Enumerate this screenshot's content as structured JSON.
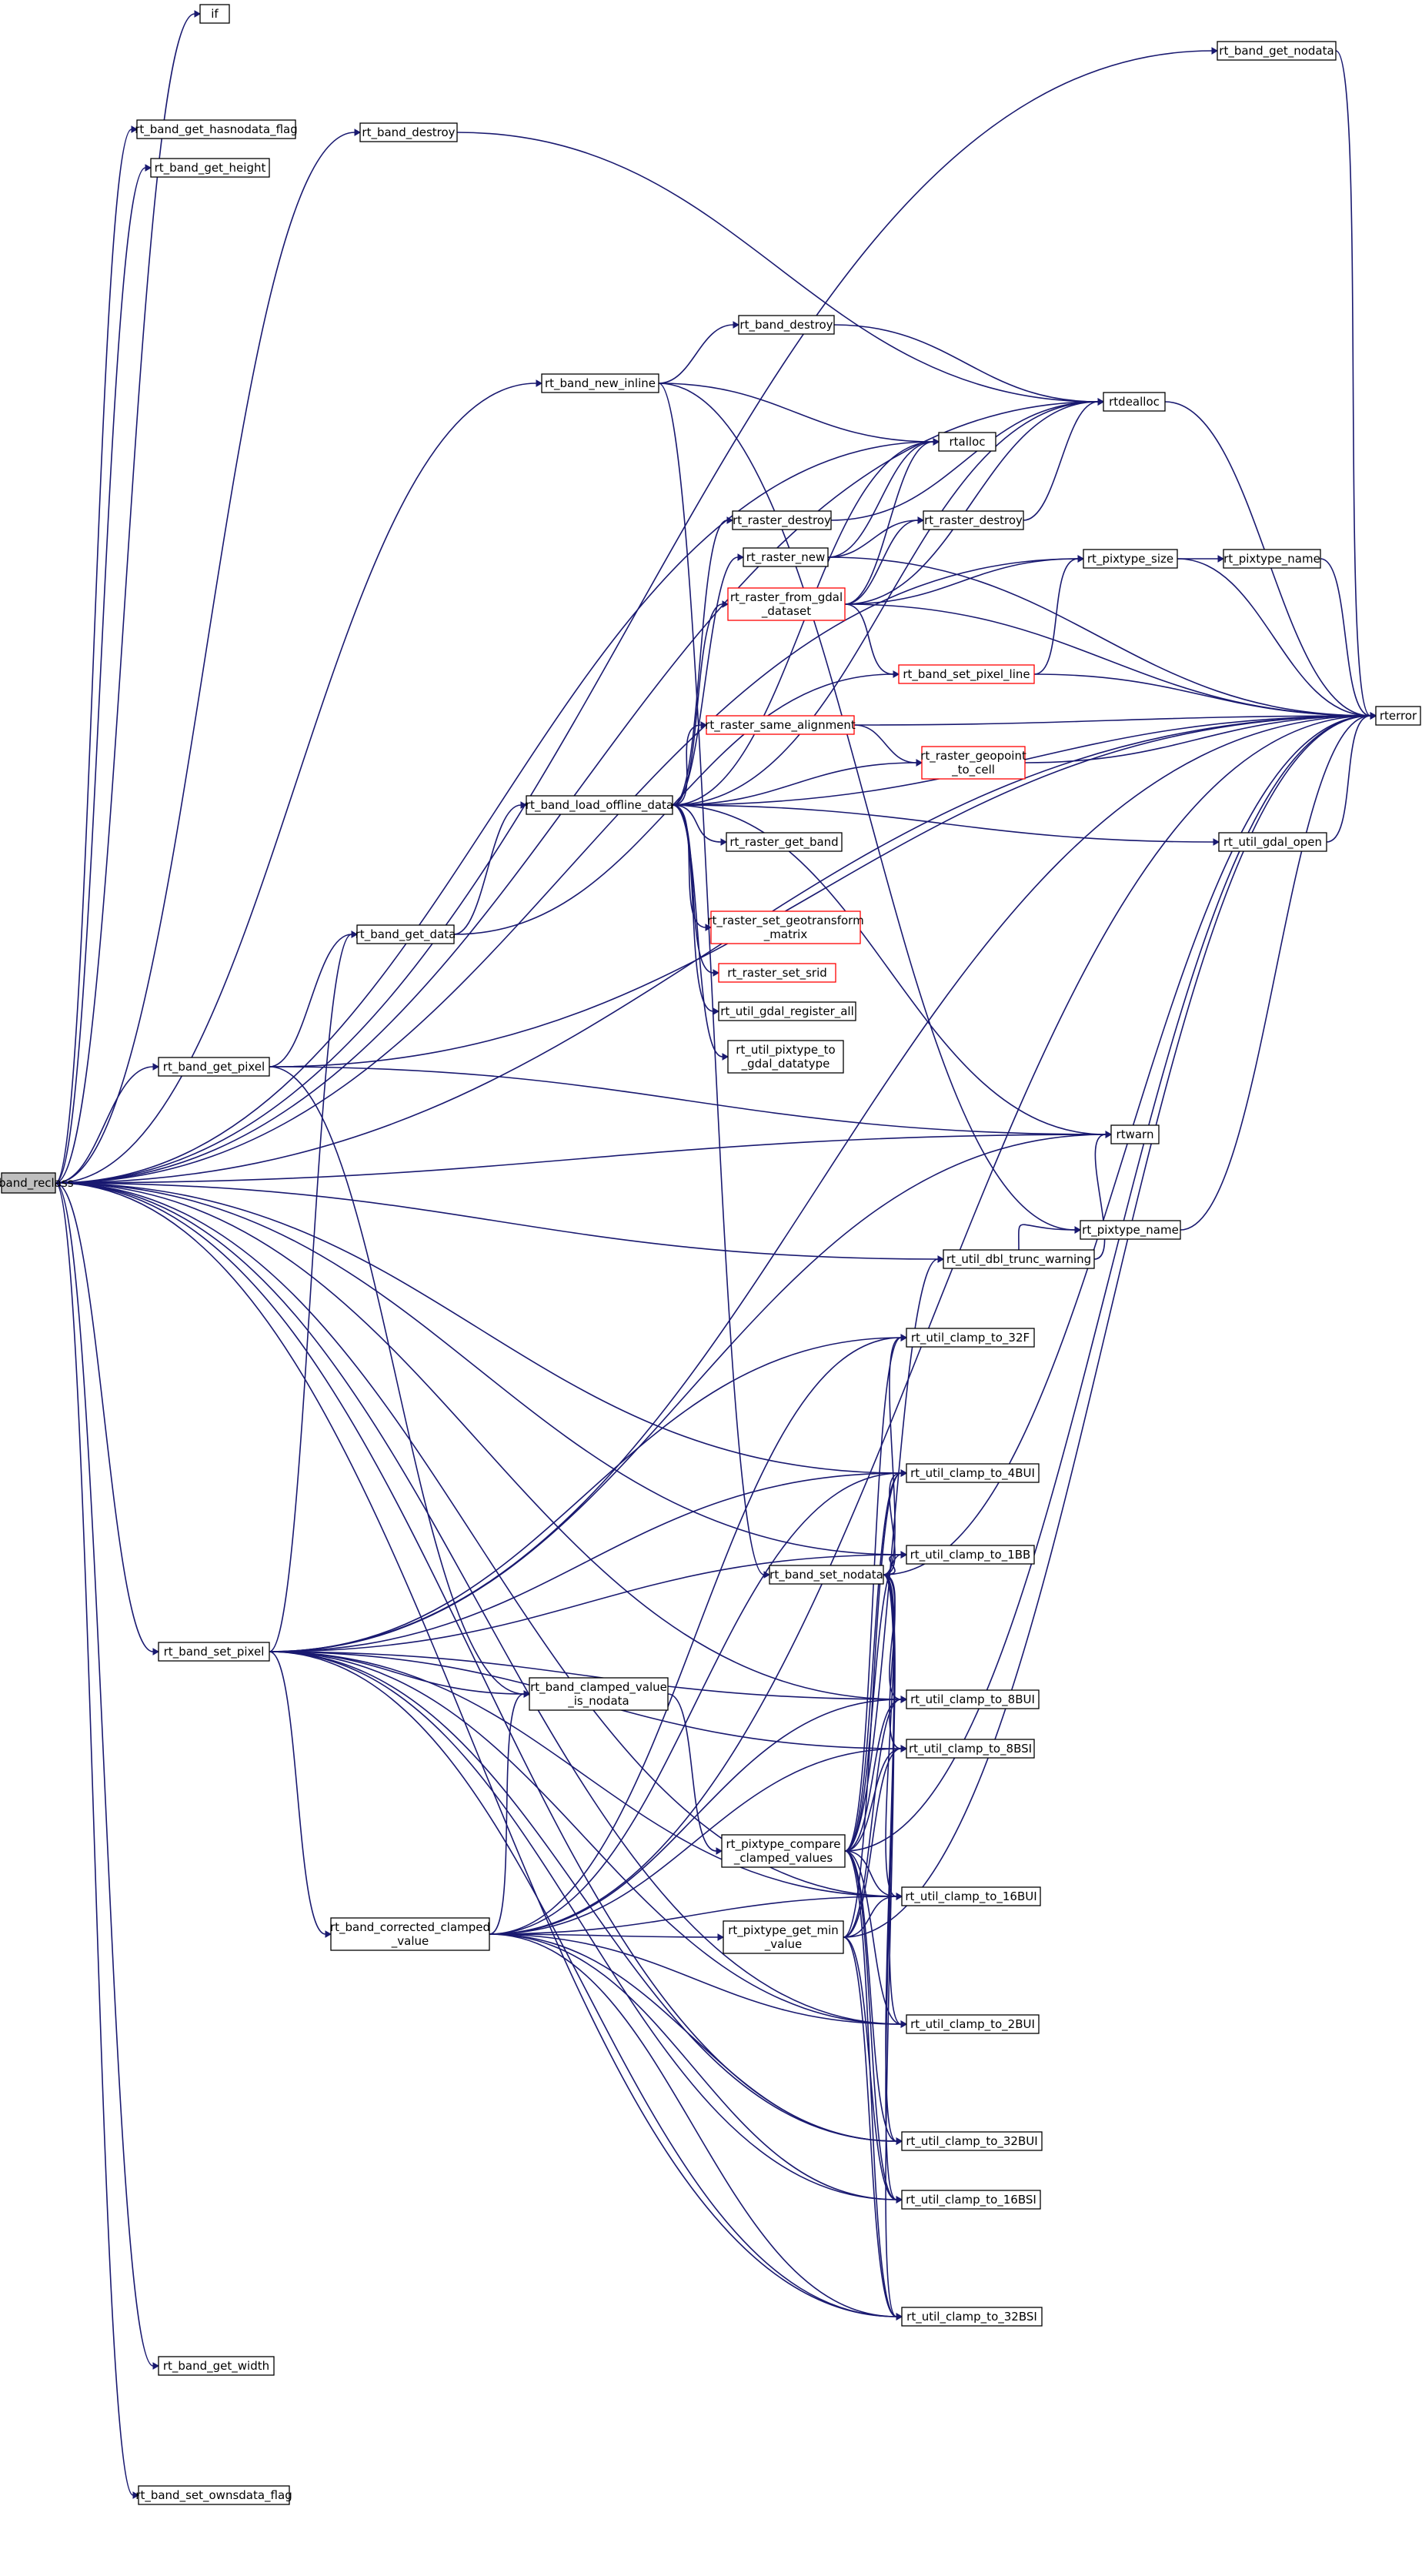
{
  "diagram": {
    "root": "rt_band_reclass",
    "colors": {
      "edge": "#191970",
      "highlight_border": "#ff0000",
      "root_fill": "#bfbfbf"
    },
    "nodes": [
      {
        "id": "rt_band_reclass",
        "lines": [
          "rt_band_reclass"
        ],
        "root": true
      },
      {
        "id": "if",
        "lines": [
          "if"
        ]
      },
      {
        "id": "rt_band_get_nodata",
        "lines": [
          "rt_band_get_nodata"
        ]
      },
      {
        "id": "rt_band_get_hasnodata_flag",
        "lines": [
          "rt_band_get_hasnodata_flag"
        ]
      },
      {
        "id": "rt_band_destroy_a",
        "lines": [
          "rt_band_destroy"
        ]
      },
      {
        "id": "rt_band_get_height",
        "lines": [
          "rt_band_get_height"
        ]
      },
      {
        "id": "rt_band_new_inline",
        "lines": [
          "rt_band_new_inline"
        ]
      },
      {
        "id": "rt_band_destroy_b",
        "lines": [
          "rt_band_destroy"
        ]
      },
      {
        "id": "rtdealloc",
        "lines": [
          "rtdealloc"
        ]
      },
      {
        "id": "rtalloc",
        "lines": [
          "rtalloc"
        ]
      },
      {
        "id": "rt_raster_destroy_a",
        "lines": [
          "rt_raster_destroy"
        ]
      },
      {
        "id": "rt_raster_new",
        "lines": [
          "rt_raster_new"
        ]
      },
      {
        "id": "rt_raster_destroy_b",
        "lines": [
          "rt_raster_destroy"
        ]
      },
      {
        "id": "rt_pixtype_size",
        "lines": [
          "rt_pixtype_size"
        ]
      },
      {
        "id": "rt_pixtype_name_a",
        "lines": [
          "rt_pixtype_name"
        ]
      },
      {
        "id": "rt_raster_from_gdal_dataset",
        "lines": [
          "rt_raster_from_gdal",
          "_dataset"
        ],
        "red": true
      },
      {
        "id": "rt_band_set_pixel_line",
        "lines": [
          "rt_band_set_pixel_line"
        ],
        "red": true
      },
      {
        "id": "rterror",
        "lines": [
          "rterror"
        ]
      },
      {
        "id": "rt_raster_same_alignment",
        "lines": [
          "rt_raster_same_alignment"
        ],
        "red": true
      },
      {
        "id": "rt_raster_geopoint_to_cell",
        "lines": [
          "rt_raster_geopoint",
          "_to_cell"
        ],
        "red": true
      },
      {
        "id": "rt_band_load_offline_data",
        "lines": [
          "rt_band_load_offline_data"
        ]
      },
      {
        "id": "rt_raster_get_band",
        "lines": [
          "rt_raster_get_band"
        ]
      },
      {
        "id": "rt_util_gdal_open",
        "lines": [
          "rt_util_gdal_open"
        ]
      },
      {
        "id": "rt_band_get_data",
        "lines": [
          "rt_band_get_data"
        ]
      },
      {
        "id": "rt_raster_set_geotransform_matrix",
        "lines": [
          "rt_raster_set_geotransform",
          "_matrix"
        ],
        "red": true
      },
      {
        "id": "rt_raster_set_srid",
        "lines": [
          "rt_raster_set_srid"
        ],
        "red": true
      },
      {
        "id": "rt_util_gdal_register_all",
        "lines": [
          "rt_util_gdal_register_all"
        ]
      },
      {
        "id": "rt_util_pixtype_to_gdal_datatype",
        "lines": [
          "rt_util_pixtype_to",
          "_gdal_datatype"
        ]
      },
      {
        "id": "rt_band_get_pixel",
        "lines": [
          "rt_band_get_pixel"
        ]
      },
      {
        "id": "rtwarn",
        "lines": [
          "rtwarn"
        ]
      },
      {
        "id": "rt_util_dbl_trunc_warning",
        "lines": [
          "rt_util_dbl_trunc_warning"
        ]
      },
      {
        "id": "rt_pixtype_name_b",
        "lines": [
          "rt_pixtype_name"
        ]
      },
      {
        "id": "rt_util_clamp_to_32F",
        "lines": [
          "rt_util_clamp_to_32F"
        ]
      },
      {
        "id": "rt_util_clamp_to_4BUI",
        "lines": [
          "rt_util_clamp_to_4BUI"
        ]
      },
      {
        "id": "rt_util_clamp_to_1BB",
        "lines": [
          "rt_util_clamp_to_1BB"
        ]
      },
      {
        "id": "rt_band_set_nodata",
        "lines": [
          "rt_band_set_nodata"
        ]
      },
      {
        "id": "rt_band_set_pixel",
        "lines": [
          "rt_band_set_pixel"
        ]
      },
      {
        "id": "rt_band_clamped_value_is_nodata",
        "lines": [
          "rt_band_clamped_value",
          "_is_nodata"
        ]
      },
      {
        "id": "rt_util_clamp_to_8BUI",
        "lines": [
          "rt_util_clamp_to_8BUI"
        ]
      },
      {
        "id": "rt_util_clamp_to_8BSI",
        "lines": [
          "rt_util_clamp_to_8BSI"
        ]
      },
      {
        "id": "rt_pixtype_compare_clamped_values",
        "lines": [
          "rt_pixtype_compare",
          "_clamped_values"
        ]
      },
      {
        "id": "rt_util_clamp_to_16BUI",
        "lines": [
          "rt_util_clamp_to_16BUI"
        ]
      },
      {
        "id": "rt_band_corrected_clamped_value",
        "lines": [
          "rt_band_corrected_clamped",
          "_value"
        ]
      },
      {
        "id": "rt_pixtype_get_min_value",
        "lines": [
          "rt_pixtype_get_min",
          "_value"
        ]
      },
      {
        "id": "rt_util_clamp_to_2BUI",
        "lines": [
          "rt_util_clamp_to_2BUI"
        ]
      },
      {
        "id": "rt_util_clamp_to_32BUI",
        "lines": [
          "rt_util_clamp_to_32BUI"
        ]
      },
      {
        "id": "rt_util_clamp_to_16BSI",
        "lines": [
          "rt_util_clamp_to_16BSI"
        ]
      },
      {
        "id": "rt_util_clamp_to_32BSI",
        "lines": [
          "rt_util_clamp_to_32BSI"
        ]
      },
      {
        "id": "rt_band_get_width",
        "lines": [
          "rt_band_get_width"
        ]
      },
      {
        "id": "rt_band_set_ownsdata_flag",
        "lines": [
          "rt_band_set_ownsdata_flag"
        ]
      }
    ],
    "edges": [
      [
        "rt_band_reclass",
        "if"
      ],
      [
        "rt_band_reclass",
        "rt_band_get_nodata"
      ],
      [
        "rt_band_reclass",
        "rterror"
      ],
      [
        "rt_band_reclass",
        "rt_band_get_hasnodata_flag"
      ],
      [
        "rt_band_reclass",
        "rt_band_get_height"
      ],
      [
        "rt_band_reclass",
        "rt_band_destroy_a"
      ],
      [
        "rt_band_reclass",
        "rtdealloc"
      ],
      [
        "rt_band_reclass",
        "rt_pixtype_size"
      ],
      [
        "rt_band_reclass",
        "rt_band_new_inline"
      ],
      [
        "rt_band_reclass",
        "rtalloc"
      ],
      [
        "rt_band_reclass",
        "rt_band_get_pixel"
      ],
      [
        "rt_band_reclass",
        "rtwarn"
      ],
      [
        "rt_band_reclass",
        "rt_util_dbl_trunc_warning"
      ],
      [
        "rt_band_reclass",
        "rt_util_clamp_to_4BUI"
      ],
      [
        "rt_band_reclass",
        "rt_util_clamp_to_1BB"
      ],
      [
        "rt_band_reclass",
        "rt_util_clamp_to_8BUI"
      ],
      [
        "rt_band_reclass",
        "rt_band_set_pixel"
      ],
      [
        "rt_band_reclass",
        "rt_util_clamp_to_16BUI"
      ],
      [
        "rt_band_reclass",
        "rt_util_clamp_to_2BUI"
      ],
      [
        "rt_band_reclass",
        "rt_util_clamp_to_32BUI"
      ],
      [
        "rt_band_reclass",
        "rt_band_get_width"
      ],
      [
        "rt_band_reclass",
        "rt_band_set_ownsdata_flag"
      ],
      [
        "rt_band_reclass",
        "rt_util_clamp_to_32BSI"
      ],
      [
        "rt_band_get_nodata",
        "rterror"
      ],
      [
        "rt_band_destroy_a",
        "rtdealloc"
      ],
      [
        "rt_band_new_inline",
        "rt_band_destroy_b"
      ],
      [
        "rt_band_new_inline",
        "rtalloc"
      ],
      [
        "rt_band_new_inline",
        "rt_band_set_nodata"
      ],
      [
        "rt_band_new_inline",
        "rt_pixtype_name_b"
      ],
      [
        "rt_band_destroy_b",
        "rtdealloc"
      ],
      [
        "rtdealloc",
        "rterror"
      ],
      [
        "rt_raster_destroy_a",
        "rtdealloc"
      ],
      [
        "rt_raster_new",
        "rtalloc"
      ],
      [
        "rt_raster_new",
        "rt_raster_destroy_b"
      ],
      [
        "rt_raster_new",
        "rterror"
      ],
      [
        "rt_raster_destroy_b",
        "rtdealloc"
      ],
      [
        "rt_raster_from_gdal_dataset",
        "rtalloc"
      ],
      [
        "rt_raster_from_gdal_dataset",
        "rt_raster_destroy_b"
      ],
      [
        "rt_raster_from_gdal_dataset",
        "rtdealloc"
      ],
      [
        "rt_raster_from_gdal_dataset",
        "rt_pixtype_size"
      ],
      [
        "rt_raster_from_gdal_dataset",
        "rt_band_set_pixel_line"
      ],
      [
        "rt_raster_from_gdal_dataset",
        "rterror"
      ],
      [
        "rt_pixtype_size",
        "rt_pixtype_name_a"
      ],
      [
        "rt_pixtype_size",
        "rterror"
      ],
      [
        "rt_pixtype_name_a",
        "rterror"
      ],
      [
        "rt_band_set_pixel_line",
        "rt_pixtype_size"
      ],
      [
        "rt_band_set_pixel_line",
        "rterror"
      ],
      [
        "rt_raster_same_alignment",
        "rt_raster_geopoint_to_cell"
      ],
      [
        "rt_raster_same_alignment",
        "rterror"
      ],
      [
        "rt_raster_geopoint_to_cell",
        "rterror"
      ],
      [
        "rt_band_load_offline_data",
        "rtdealloc"
      ],
      [
        "rt_band_load_offline_data",
        "rtalloc"
      ],
      [
        "rt_band_load_offline_data",
        "rt_raster_destroy_a"
      ],
      [
        "rt_band_load_offline_data",
        "rt_raster_new"
      ],
      [
        "rt_band_load_offline_data",
        "rt_raster_from_gdal_dataset"
      ],
      [
        "rt_band_load_offline_data",
        "rt_raster_same_alignment"
      ],
      [
        "rt_band_load_offline_data",
        "rt_raster_geopoint_to_cell"
      ],
      [
        "rt_band_load_offline_data",
        "rt_raster_get_band"
      ],
      [
        "rt_band_load_offline_data",
        "rt_util_gdal_open"
      ],
      [
        "rt_band_load_offline_data",
        "rt_raster_set_geotransform_matrix"
      ],
      [
        "rt_band_load_offline_data",
        "rt_raster_set_srid"
      ],
      [
        "rt_band_load_offline_data",
        "rt_util_gdal_register_all"
      ],
      [
        "rt_band_load_offline_data",
        "rt_util_pixtype_to_gdal_datatype"
      ],
      [
        "rt_band_load_offline_data",
        "rtwarn"
      ],
      [
        "rt_band_load_offline_data",
        "rterror"
      ],
      [
        "rt_util_gdal_open",
        "rterror"
      ],
      [
        "rt_band_get_data",
        "rt_band_load_offline_data"
      ],
      [
        "rt_band_get_data",
        "rt_band_set_pixel_line"
      ],
      [
        "rt_band_get_pixel",
        "rt_band_get_data"
      ],
      [
        "rt_band_get_pixel",
        "rtwarn"
      ],
      [
        "rt_band_get_pixel",
        "rterror"
      ],
      [
        "rt_band_get_pixel",
        "rt_band_clamped_value_is_nodata"
      ],
      [
        "rt_util_dbl_trunc_warning",
        "rtwarn"
      ],
      [
        "rt_util_dbl_trunc_warning",
        "rt_pixtype_name_b"
      ],
      [
        "rt_pixtype_name_b",
        "rterror"
      ],
      [
        "rt_band_set_nodata",
        "rt_util_clamp_to_32F"
      ],
      [
        "rt_band_set_nodata",
        "rt_util_clamp_to_4BUI"
      ],
      [
        "rt_band_set_nodata",
        "rt_util_clamp_to_1BB"
      ],
      [
        "rt_band_set_nodata",
        "rt_util_clamp_to_8BUI"
      ],
      [
        "rt_band_set_nodata",
        "rt_util_clamp_to_8BSI"
      ],
      [
        "rt_band_set_nodata",
        "rt_util_clamp_to_16BUI"
      ],
      [
        "rt_band_set_nodata",
        "rt_util_clamp_to_2BUI"
      ],
      [
        "rt_band_set_nodata",
        "rt_util_clamp_to_32BUI"
      ],
      [
        "rt_band_set_nodata",
        "rt_util_clamp_to_16BSI"
      ],
      [
        "rt_band_set_nodata",
        "rt_util_clamp_to_32BSI"
      ],
      [
        "rt_band_set_nodata",
        "rterror"
      ],
      [
        "rt_band_set_pixel",
        "rt_band_get_data"
      ],
      [
        "rt_band_set_pixel",
        "rtwarn"
      ],
      [
        "rt_band_set_pixel",
        "rt_util_clamp_to_32F"
      ],
      [
        "rt_band_set_pixel",
        "rt_util_clamp_to_4BUI"
      ],
      [
        "rt_band_set_pixel",
        "rt_util_clamp_to_1BB"
      ],
      [
        "rt_band_set_pixel",
        "rt_band_clamped_value_is_nodata"
      ],
      [
        "rt_band_set_pixel",
        "rt_util_clamp_to_8BUI"
      ],
      [
        "rt_band_set_pixel",
        "rt_util_clamp_to_8BSI"
      ],
      [
        "rt_band_set_pixel",
        "rt_band_corrected_clamped_value"
      ],
      [
        "rt_band_set_pixel",
        "rt_util_clamp_to_16BUI"
      ],
      [
        "rt_band_set_pixel",
        "rt_util_clamp_to_2BUI"
      ],
      [
        "rt_band_set_pixel",
        "rt_util_clamp_to_32BUI"
      ],
      [
        "rt_band_set_pixel",
        "rt_util_clamp_to_16BSI"
      ],
      [
        "rt_band_set_pixel",
        "rt_util_clamp_to_32BSI"
      ],
      [
        "rt_band_set_pixel",
        "rterror"
      ],
      [
        "rt_band_clamped_value_is_nodata",
        "rt_pixtype_compare_clamped_values"
      ],
      [
        "rt_pixtype_compare_clamped_values",
        "rt_util_dbl_trunc_warning"
      ],
      [
        "rt_pixtype_compare_clamped_values",
        "rt_util_clamp_to_32F"
      ],
      [
        "rt_pixtype_compare_clamped_values",
        "rt_util_clamp_to_4BUI"
      ],
      [
        "rt_pixtype_compare_clamped_values",
        "rt_util_clamp_to_1BB"
      ],
      [
        "rt_pixtype_compare_clamped_values",
        "rt_util_clamp_to_8BUI"
      ],
      [
        "rt_pixtype_compare_clamped_values",
        "rt_util_clamp_to_8BSI"
      ],
      [
        "rt_pixtype_compare_clamped_values",
        "rt_util_clamp_to_16BUI"
      ],
      [
        "rt_pixtype_compare_clamped_values",
        "rt_util_clamp_to_2BUI"
      ],
      [
        "rt_pixtype_compare_clamped_values",
        "rt_util_clamp_to_32BUI"
      ],
      [
        "rt_pixtype_compare_clamped_values",
        "rt_util_clamp_to_16BSI"
      ],
      [
        "rt_pixtype_compare_clamped_values",
        "rt_util_clamp_to_32BSI"
      ],
      [
        "rt_pixtype_compare_clamped_values",
        "rterror"
      ],
      [
        "rt_band_corrected_clamped_value",
        "rt_band_clamped_value_is_nodata"
      ],
      [
        "rt_band_corrected_clamped_value",
        "rt_util_clamp_to_32F"
      ],
      [
        "rt_band_corrected_clamped_value",
        "rt_util_clamp_to_4BUI"
      ],
      [
        "rt_band_corrected_clamped_value",
        "rt_util_clamp_to_8BUI"
      ],
      [
        "rt_band_corrected_clamped_value",
        "rt_util_clamp_to_8BSI"
      ],
      [
        "rt_band_corrected_clamped_value",
        "rt_pixtype_get_min_value"
      ],
      [
        "rt_band_corrected_clamped_value",
        "rt_util_clamp_to_16BUI"
      ],
      [
        "rt_band_corrected_clamped_value",
        "rt_util_clamp_to_2BUI"
      ],
      [
        "rt_band_corrected_clamped_value",
        "rt_util_clamp_to_32BUI"
      ],
      [
        "rt_band_corrected_clamped_value",
        "rt_util_clamp_to_16BSI"
      ],
      [
        "rt_band_corrected_clamped_value",
        "rt_util_clamp_to_32BSI"
      ],
      [
        "rt_band_corrected_clamped_value",
        "rterror"
      ],
      [
        "rt_pixtype_get_min_value",
        "rt_util_clamp_to_4BUI"
      ],
      [
        "rt_pixtype_get_min_value",
        "rt_util_clamp_to_8BUI"
      ],
      [
        "rt_pixtype_get_min_value",
        "rt_util_clamp_to_8BSI"
      ],
      [
        "rt_pixtype_get_min_value",
        "rt_util_clamp_to_16BUI"
      ],
      [
        "rt_pixtype_get_min_value",
        "rt_util_clamp_to_16BSI"
      ],
      [
        "rt_pixtype_get_min_value",
        "rt_util_clamp_to_32BSI"
      ],
      [
        "rt_pixtype_get_min_value",
        "rterror"
      ]
    ]
  }
}
